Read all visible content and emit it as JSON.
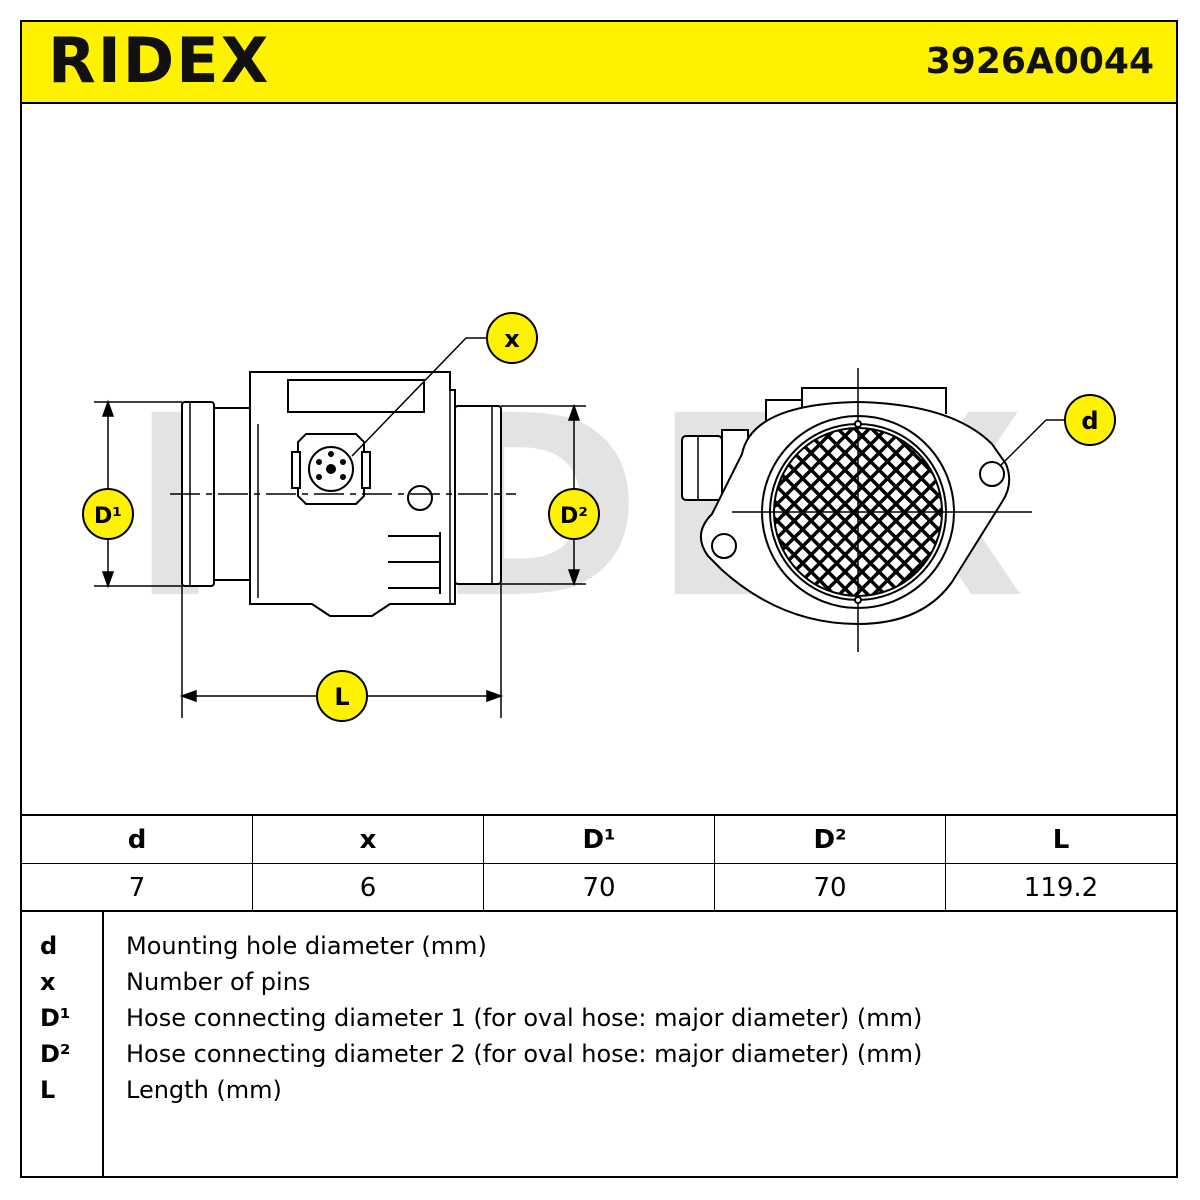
{
  "header": {
    "brand": "RIDEX",
    "part_number": "3926A0044",
    "background_color": "#fff200"
  },
  "drawing": {
    "callouts": {
      "x": "x",
      "d": "d",
      "d1": "D¹",
      "d2": "D²",
      "l": "L"
    },
    "callout_color": "#fff200",
    "watermark": "RIDEX"
  },
  "spec_table": {
    "headers": [
      "d",
      "x",
      "D¹",
      "D²",
      "L"
    ],
    "values": [
      "7",
      "6",
      "70",
      "70",
      "119.2"
    ]
  },
  "legend": [
    {
      "key": "d",
      "text": "Mounting hole diameter (mm)"
    },
    {
      "key": "x",
      "text": "Number of pins"
    },
    {
      "key": "D¹",
      "text": "Hose connecting diameter 1 (for oval hose: major diameter) (mm)"
    },
    {
      "key": "D²",
      "text": "Hose connecting diameter 2 (for oval hose: major diameter) (mm)"
    },
    {
      "key": "L",
      "text": "Length (mm)"
    }
  ]
}
